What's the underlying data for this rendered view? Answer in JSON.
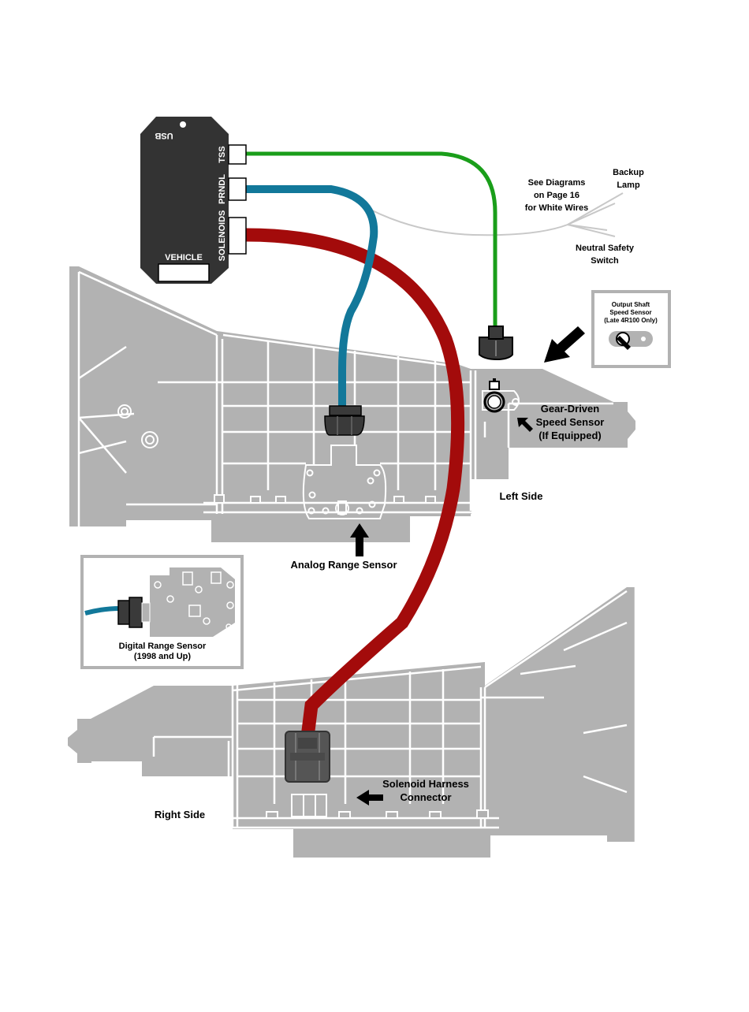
{
  "module": {
    "usb": "USB",
    "tss": "TSS",
    "prndl": "PRNDL",
    "solenoids": "SOLENOIDS",
    "vehicle": "VEHICLE"
  },
  "labels": {
    "see_diagrams_1": "See Diagrams",
    "see_diagrams_2": "on Page 16",
    "see_diagrams_3": "for White Wires",
    "backup_1": "Backup",
    "backup_2": "Lamp",
    "neutral_1": "Neutral Safety",
    "neutral_2": "Switch",
    "oss_1": "Output Shaft",
    "oss_2": "Speed Sensor",
    "oss_3": "(Late 4R100 Only)",
    "gear_1": "Gear-Driven",
    "gear_2": "Speed Sensor",
    "gear_3": "(If Equipped)",
    "left_side": "Left Side",
    "analog": "Analog Range Sensor",
    "digital_1": "Digital Range Sensor",
    "digital_2": "(1998 and Up)",
    "solenoid_1": "Solenoid Harness",
    "solenoid_2": "Connector",
    "right_side": "Right Side"
  },
  "colors": {
    "tss_wire": "#1a9e1a",
    "prndl_wire": "#12789a",
    "solenoid_wire": "#a30b0b",
    "white_wires": "#c8c8c8",
    "transmission": "#b2b2b2",
    "module": "#333333",
    "connector": "#3a3a3a"
  }
}
